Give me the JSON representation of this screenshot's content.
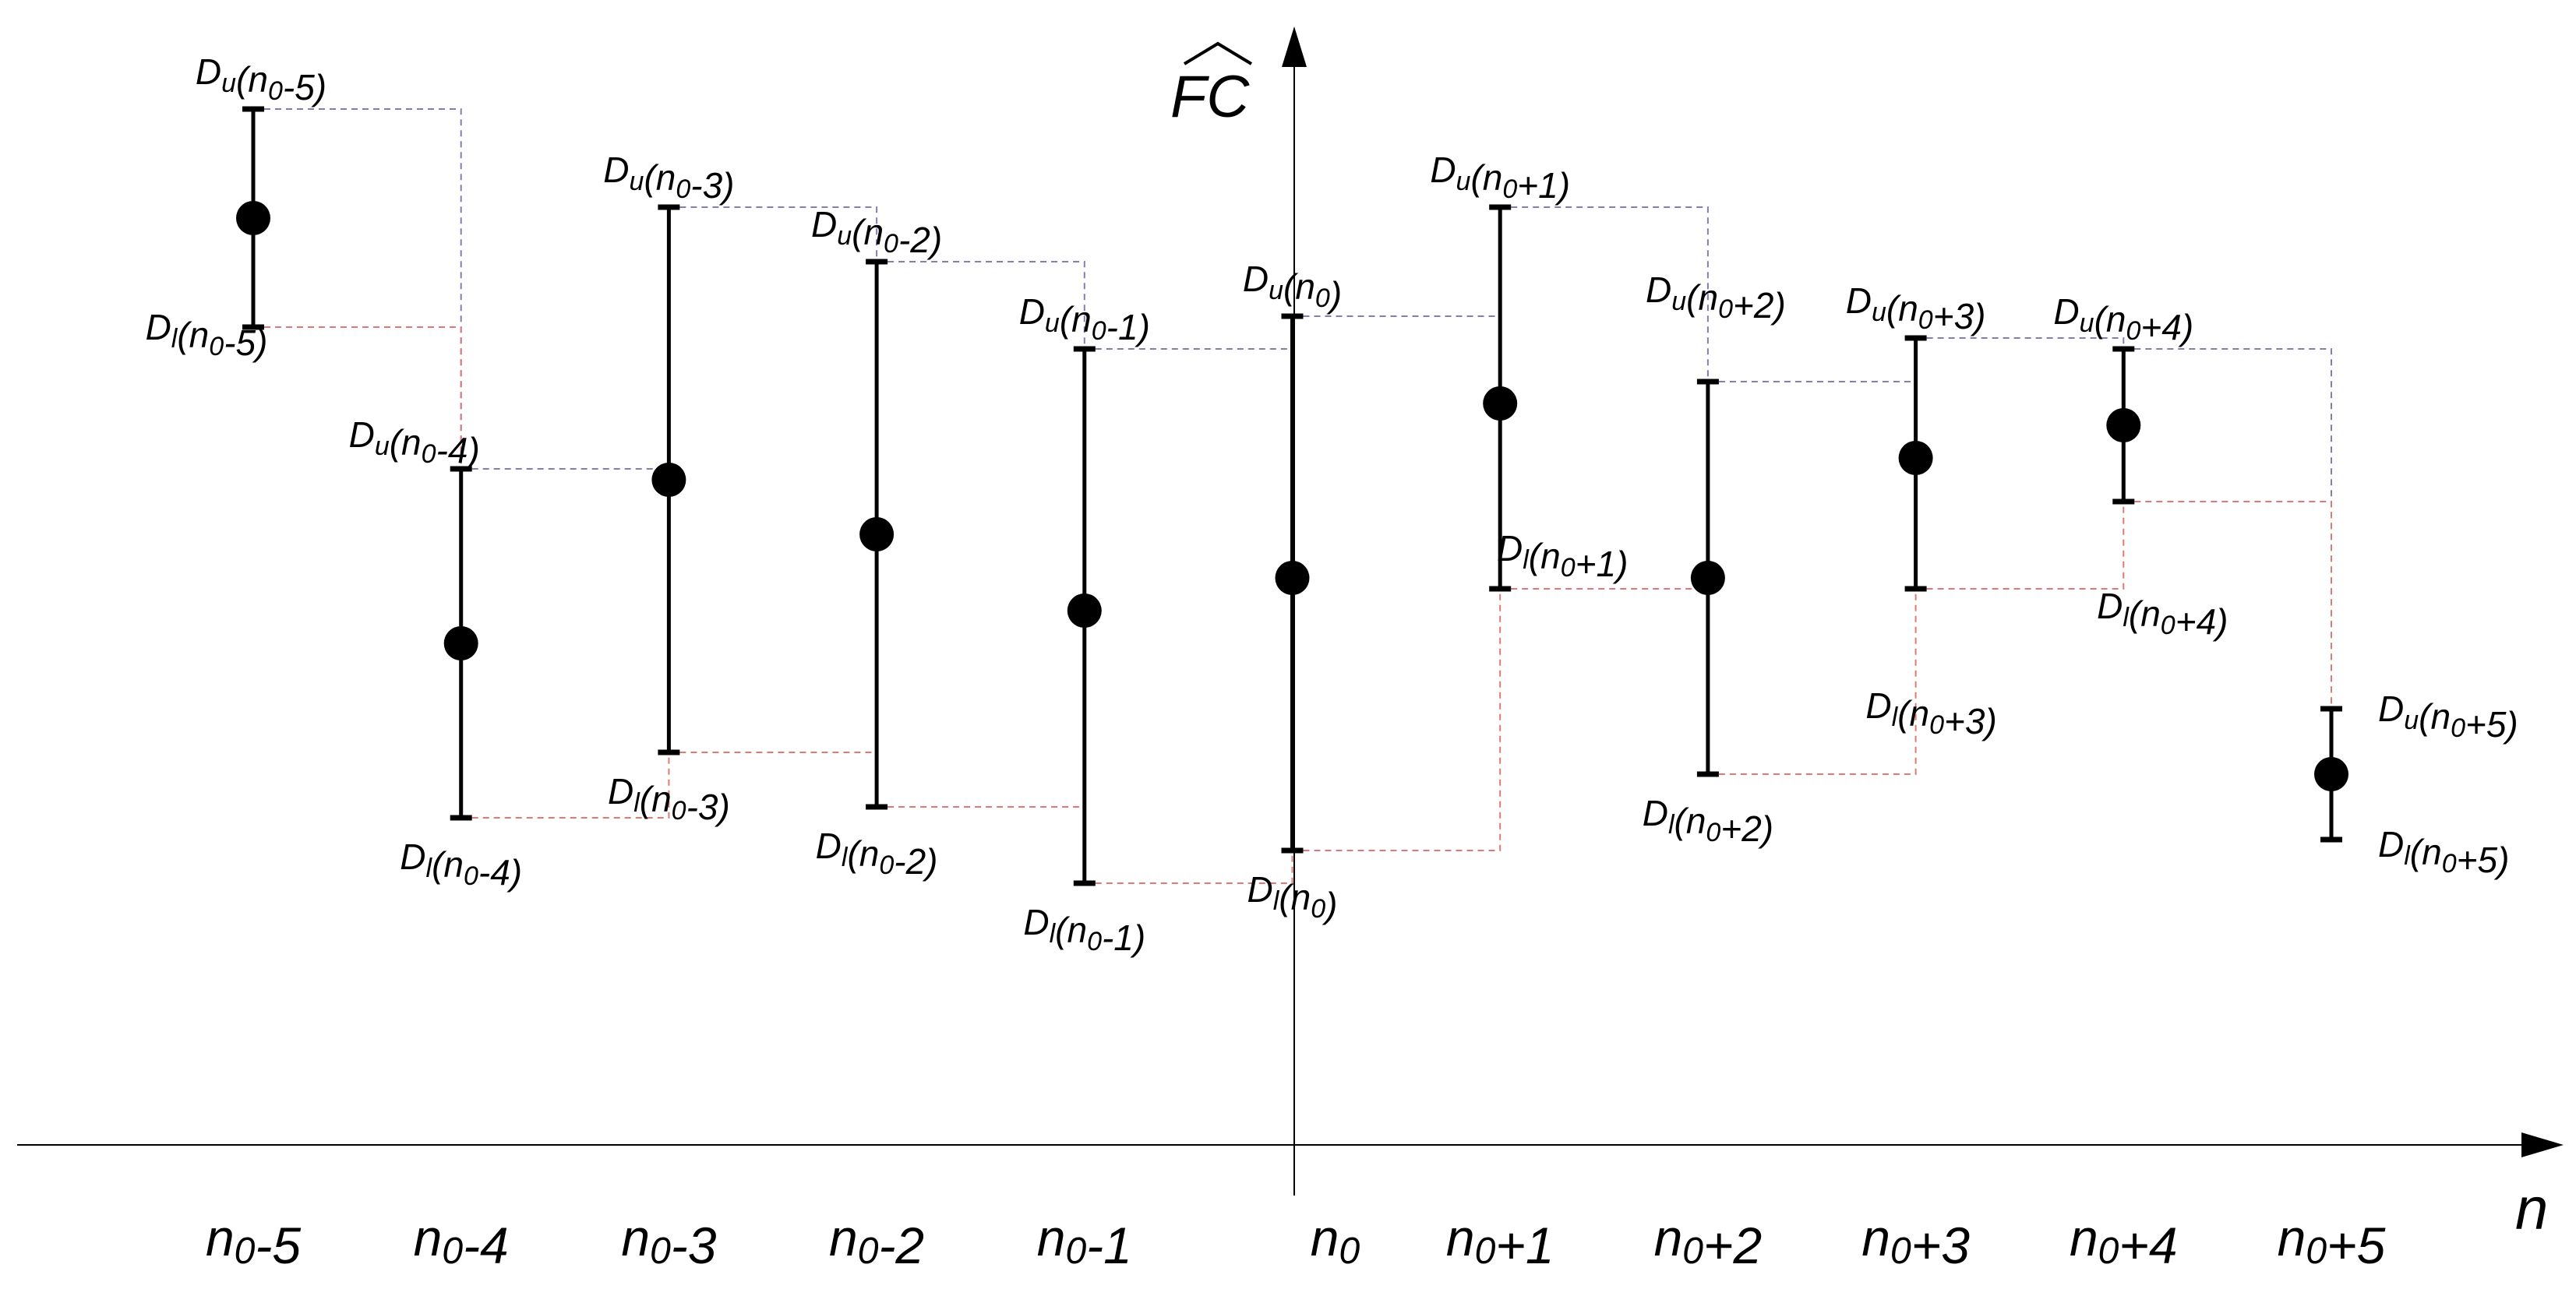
{
  "axes": {
    "x_label": "n",
    "y_label": "FC"
  },
  "chart_data": {
    "type": "scatter",
    "points": [
      {
        "x": "n0-5",
        "y": 0.85,
        "upper": 0.95,
        "lower": 0.75,
        "ticklabel": {
          "pre": "n",
          "sub": "0",
          "post": "-5"
        },
        "upper_label": {
          "pre": "D",
          "sub": "u",
          "mid": "(n",
          "sub2": "0",
          "post": "-5)"
        },
        "lower_label": {
          "pre": "D",
          "sub": "l",
          "mid": "(n",
          "sub2": "0",
          "post": "-5)"
        }
      },
      {
        "x": "n0-4",
        "y": 0.46,
        "upper": 0.62,
        "lower": 0.3,
        "ticklabel": {
          "pre": "n",
          "sub": "0",
          "post": "-4"
        },
        "upper_label": {
          "pre": "D",
          "sub": "u",
          "mid": "(n",
          "sub2": "0",
          "post": "-4)"
        },
        "lower_label": {
          "pre": "D",
          "sub": "l",
          "mid": "(n",
          "sub2": "0",
          "post": "-4)"
        }
      },
      {
        "x": "n0-3",
        "y": 0.61,
        "upper": 0.86,
        "lower": 0.36,
        "ticklabel": {
          "pre": "n",
          "sub": "0",
          "post": "-3"
        },
        "upper_label": {
          "pre": "D",
          "sub": "u",
          "mid": "(n",
          "sub2": "0",
          "post": "-3)"
        },
        "lower_label": {
          "pre": "D",
          "sub": "l",
          "mid": "(n",
          "sub2": "0",
          "post": "-3)"
        }
      },
      {
        "x": "n0-2",
        "y": 0.56,
        "upper": 0.81,
        "lower": 0.31,
        "ticklabel": {
          "pre": "n",
          "sub": "0",
          "post": "-2"
        },
        "upper_label": {
          "pre": "D",
          "sub": "u",
          "mid": "(n",
          "sub2": "0",
          "post": "-2)"
        },
        "lower_label": {
          "pre": "D",
          "sub": "l",
          "mid": "(n",
          "sub2": "0",
          "post": "-2)"
        }
      },
      {
        "x": "n0-1",
        "y": 0.49,
        "upper": 0.73,
        "lower": 0.24,
        "ticklabel": {
          "pre": "n",
          "sub": "0",
          "post": "-1"
        },
        "upper_label": {
          "pre": "D",
          "sub": "u",
          "mid": "(n",
          "sub2": "0",
          "post": "-1)"
        },
        "lower_label": {
          "pre": "D",
          "sub": "l",
          "mid": "(n",
          "sub2": "0",
          "post": "-1)"
        }
      },
      {
        "x": "n0",
        "y": 0.52,
        "upper": 0.76,
        "lower": 0.27,
        "ticklabel": {
          "pre": "n",
          "sub": "0",
          "post": ""
        },
        "upper_label": {
          "pre": "D",
          "sub": "u",
          "mid": "(n",
          "sub2": "0",
          "post": ")"
        },
        "lower_label": {
          "pre": "D",
          "sub": "l",
          "mid": "(n",
          "sub2": "0",
          "post": ")"
        }
      },
      {
        "x": "n0+1",
        "y": 0.68,
        "upper": 0.86,
        "lower": 0.51,
        "ticklabel": {
          "pre": "n",
          "sub": "0",
          "post": "+1"
        },
        "upper_label": {
          "pre": "D",
          "sub": "u",
          "mid": "(n",
          "sub2": "0",
          "post": "+1)"
        },
        "lower_label": {
          "pre": "D",
          "sub": "l",
          "mid": "(n",
          "sub2": "0",
          "post": "+1)"
        }
      },
      {
        "x": "n0+2",
        "y": 0.52,
        "upper": 0.7,
        "lower": 0.34,
        "ticklabel": {
          "pre": "n",
          "sub": "0",
          "post": "+2"
        },
        "upper_label": {
          "pre": "D",
          "sub": "u",
          "mid": "(n",
          "sub2": "0",
          "post": "+2)"
        },
        "lower_label": {
          "pre": "D",
          "sub": "l",
          "mid": "(n",
          "sub2": "0",
          "post": "+2)"
        }
      },
      {
        "x": "n0+3",
        "y": 0.63,
        "upper": 0.74,
        "lower": 0.51,
        "ticklabel": {
          "pre": "n",
          "sub": "0",
          "post": "+3"
        },
        "upper_label": {
          "pre": "D",
          "sub": "u",
          "mid": "(n",
          "sub2": "0",
          "post": "+3)"
        },
        "lower_label": {
          "pre": "D",
          "sub": "l",
          "mid": "(n",
          "sub2": "0",
          "post": "+3)"
        }
      },
      {
        "x": "n0+4",
        "y": 0.66,
        "upper": 0.73,
        "lower": 0.59,
        "ticklabel": {
          "pre": "n",
          "sub": "0",
          "post": "+4"
        },
        "upper_label": {
          "pre": "D",
          "sub": "u",
          "mid": "(n",
          "sub2": "0",
          "post": "+4)"
        },
        "lower_label": {
          "pre": "D",
          "sub": "l",
          "mid": "(n",
          "sub2": "0",
          "post": "+4)"
        }
      },
      {
        "x": "n0+5",
        "y": 0.34,
        "upper": 0.4,
        "lower": 0.28,
        "ticklabel": {
          "pre": "n",
          "sub": "0",
          "post": "+5"
        },
        "upper_label": {
          "pre": "D",
          "sub": "u",
          "mid": "(n",
          "sub2": "0",
          "post": "+5)"
        },
        "lower_label": {
          "pre": "D",
          "sub": "l",
          "mid": "(n",
          "sub2": "0",
          "post": "+5)"
        }
      }
    ],
    "colors": {
      "points": "#000000",
      "upper_envelope": "#7f7fb0",
      "lower_envelope": "#e07878",
      "axes": "#000000"
    },
    "grid": false,
    "legend": "none"
  }
}
